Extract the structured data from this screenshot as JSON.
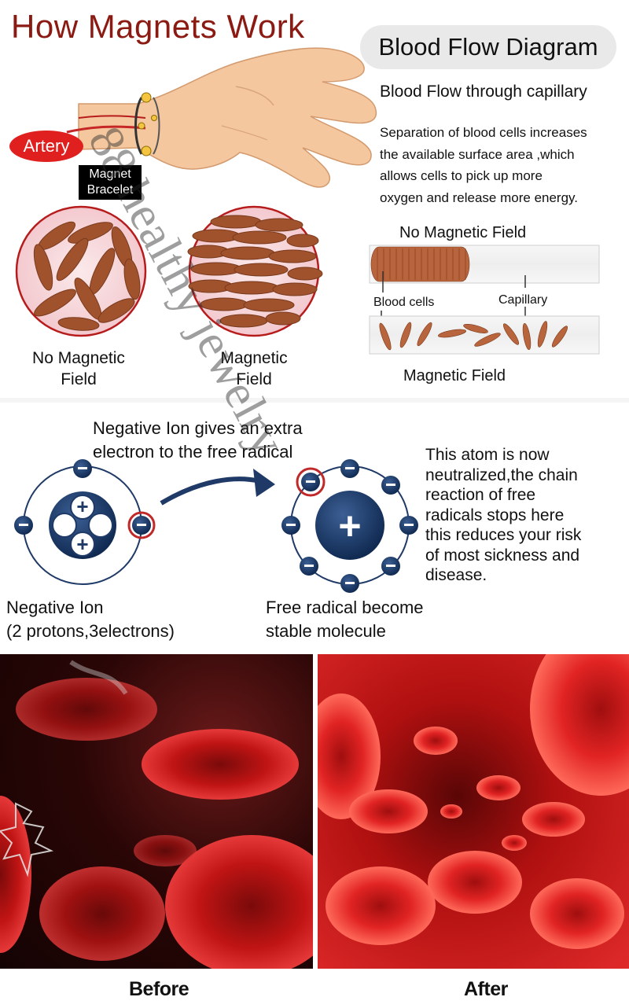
{
  "title": "How Magnets Work",
  "blood_flow_title": "Blood Flow Diagram",
  "hand": {
    "artery_label": "Artery",
    "bracelet_label_1": "Magnet",
    "bracelet_label_2": "Bracelet"
  },
  "capillary_subtitle": "Blood Flow through capillary",
  "capillary_description": [
    "Separation of blood cells increases",
    "the available surface area ,which",
    "allows cells to pick up more",
    "oxygen and release more energy."
  ],
  "circles": {
    "left_label": [
      "No Magnetic",
      "Field"
    ],
    "right_label": [
      "Magnetic",
      "Field"
    ]
  },
  "capillary_diagram": {
    "top_label": "No Magnetic Field",
    "blood_cells_label": "Blood  cells",
    "capillary_label": "Capillary",
    "bottom_label": "Magnetic  Field"
  },
  "ions": {
    "arrow_caption": [
      "Negative Ion gives an extra",
      "electron to the free radical"
    ],
    "neutralized_text": [
      "This atom is now",
      "neutralized,the chain",
      "reaction of free",
      "radicals stops here",
      "this reduces your risk",
      "of most sickness and",
      "disease."
    ],
    "left_caption": [
      "Negative Ion",
      "(2 protons,3electrons)"
    ],
    "right_caption": [
      "Free radical become",
      "stable molecule"
    ]
  },
  "photos": {
    "before_label": "Before",
    "after_label": "After"
  },
  "watermark": "88 healthy jewelry",
  "colors": {
    "title_red": "#8b1a12",
    "cell_brown": "#a0522d",
    "navy": "#1f3a66",
    "ring_red": "#c0282a"
  }
}
